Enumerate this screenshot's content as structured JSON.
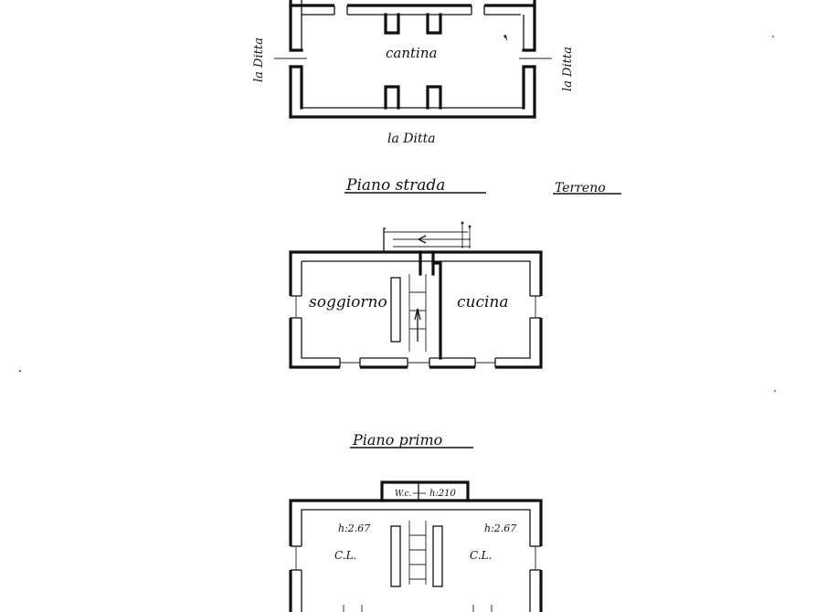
{
  "cellar": {
    "room_label": "cantina",
    "neighbor_left": "la Ditta",
    "neighbor_right": "la Ditta",
    "neighbor_bottom": "la Ditta"
  },
  "ground_floor": {
    "title": "Piano strada",
    "subtitle": "Terreno",
    "rooms": [
      "soggiorno",
      "cucina"
    ]
  },
  "first_floor": {
    "title": "Piano primo",
    "wc_label": "W.c.",
    "wc_height": "h:210",
    "height_left": "h:2.67",
    "height_right": "h:2.67",
    "room_left": "C.L.",
    "room_right": "C.L."
  }
}
